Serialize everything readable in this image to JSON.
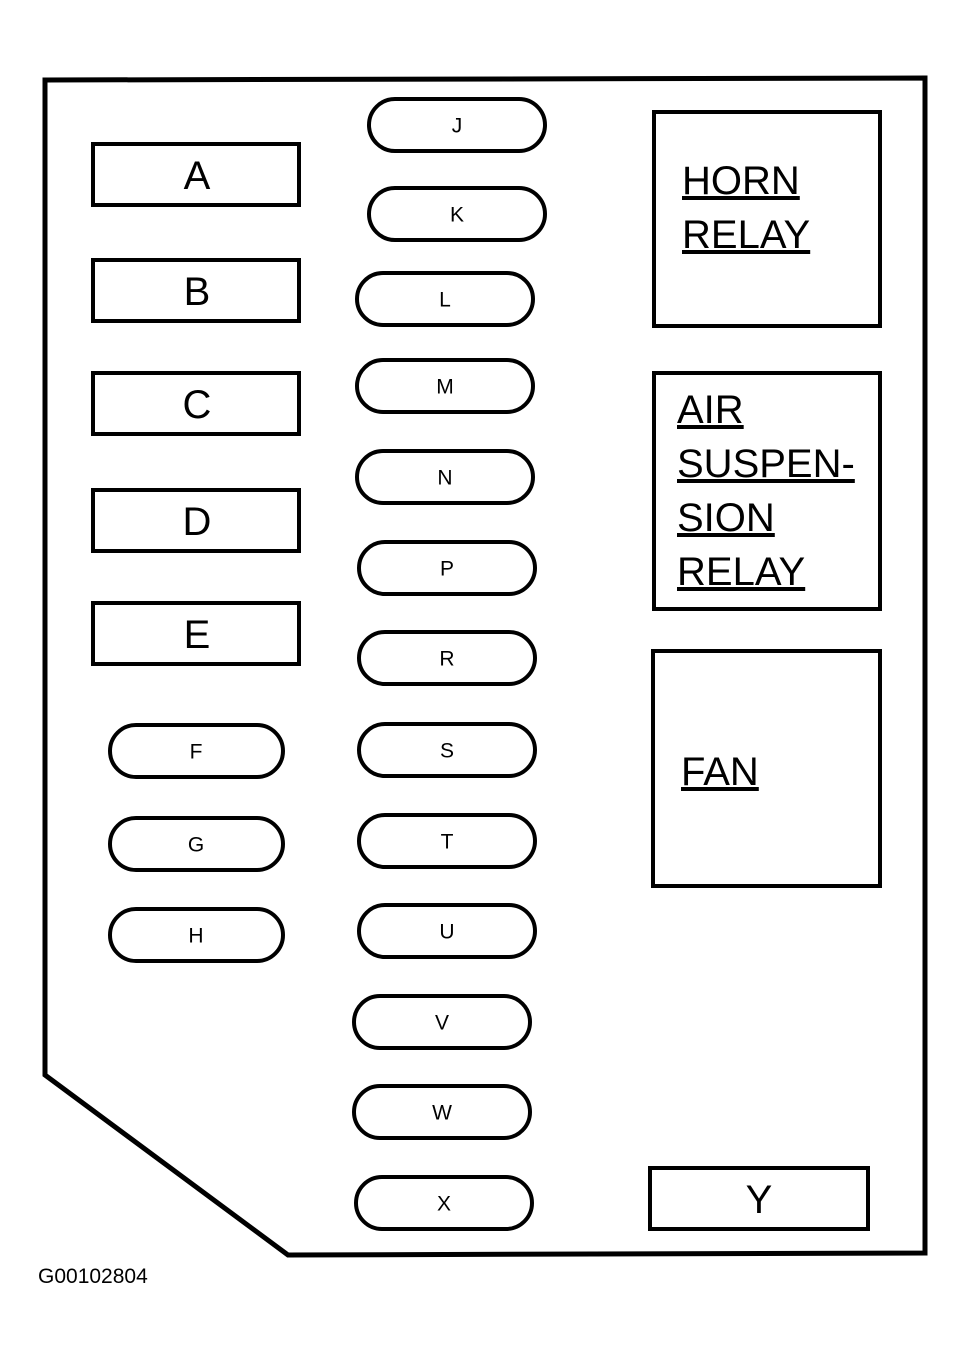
{
  "diagram": {
    "large_fuses": [
      "A",
      "B",
      "C",
      "D",
      "E"
    ],
    "left_small_fuses": [
      "F",
      "G",
      "H"
    ],
    "center_small_fuses": [
      "J",
      "K",
      "L",
      "M",
      "N",
      "P",
      "R",
      "S",
      "T",
      "U",
      "V",
      "W",
      "X"
    ],
    "relays": [
      {
        "id": "horn_relay",
        "lines": [
          "HORN",
          "RELAY"
        ]
      },
      {
        "id": "air_suspension_relay",
        "lines": [
          "AIR",
          "SUSPEN-",
          "SION",
          "RELAY"
        ]
      },
      {
        "id": "fan",
        "lines": [
          "FAN"
        ]
      }
    ],
    "bottom_right_fuse": "Y",
    "figure_code": "G00102804"
  }
}
